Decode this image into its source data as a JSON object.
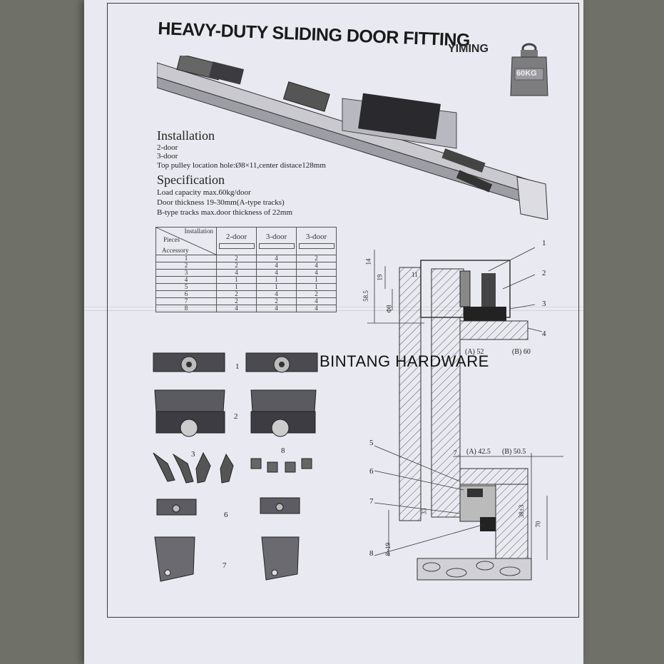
{
  "title": "HEAVY-DUTY SLIDING DOOR FITTING",
  "brand": "YIMING",
  "weight_badge": "60KG",
  "installation": {
    "heading": "Installation",
    "lines": [
      "2-door",
      "3-door",
      "Top pulley location hole:Ø8×11,center distace128mm"
    ]
  },
  "specification": {
    "heading": "Specification",
    "lines": [
      "Load capacity max.60kg/door",
      "Door thickness 19-30mm(A-type tracks)",
      "B-type tracks max.door thickness of 22mm"
    ]
  },
  "table": {
    "corner_top": "Installation",
    "corner_mid": "Pieces",
    "corner_bottom": "Accessory",
    "columns": [
      "2-door",
      "3-door",
      "3-door"
    ],
    "rows": [
      [
        "1",
        "2",
        "4",
        "2"
      ],
      [
        "2",
        "2",
        "4",
        "4"
      ],
      [
        "3",
        "4",
        "4",
        "4"
      ],
      [
        "4",
        "1",
        "1",
        "1"
      ],
      [
        "5",
        "1",
        "1",
        "1"
      ],
      [
        "6",
        "2",
        "4",
        "2"
      ],
      [
        "7",
        "2",
        "2",
        "4"
      ],
      [
        "8",
        "4",
        "4",
        "4"
      ]
    ]
  },
  "parts_labels": [
    "1",
    "2",
    "3",
    "8",
    "6",
    "7"
  ],
  "watermark": "BINTANG HARDWARE",
  "section_callouts": [
    "1",
    "2",
    "3",
    "4",
    "5",
    "6",
    "7",
    "8"
  ],
  "dimensions": {
    "top_14": "14",
    "top_19": "19",
    "top_11": "11",
    "top_585": "58.5",
    "top_phi8": "Φ8",
    "a52": "(A) 52",
    "b60": "(B) 60",
    "a425": "(A) 42.5",
    "b505": "(B) 50.5",
    "d7": "7",
    "d33": "33",
    "d38": "38±3",
    "d70": "70",
    "d819": "8~19"
  }
}
